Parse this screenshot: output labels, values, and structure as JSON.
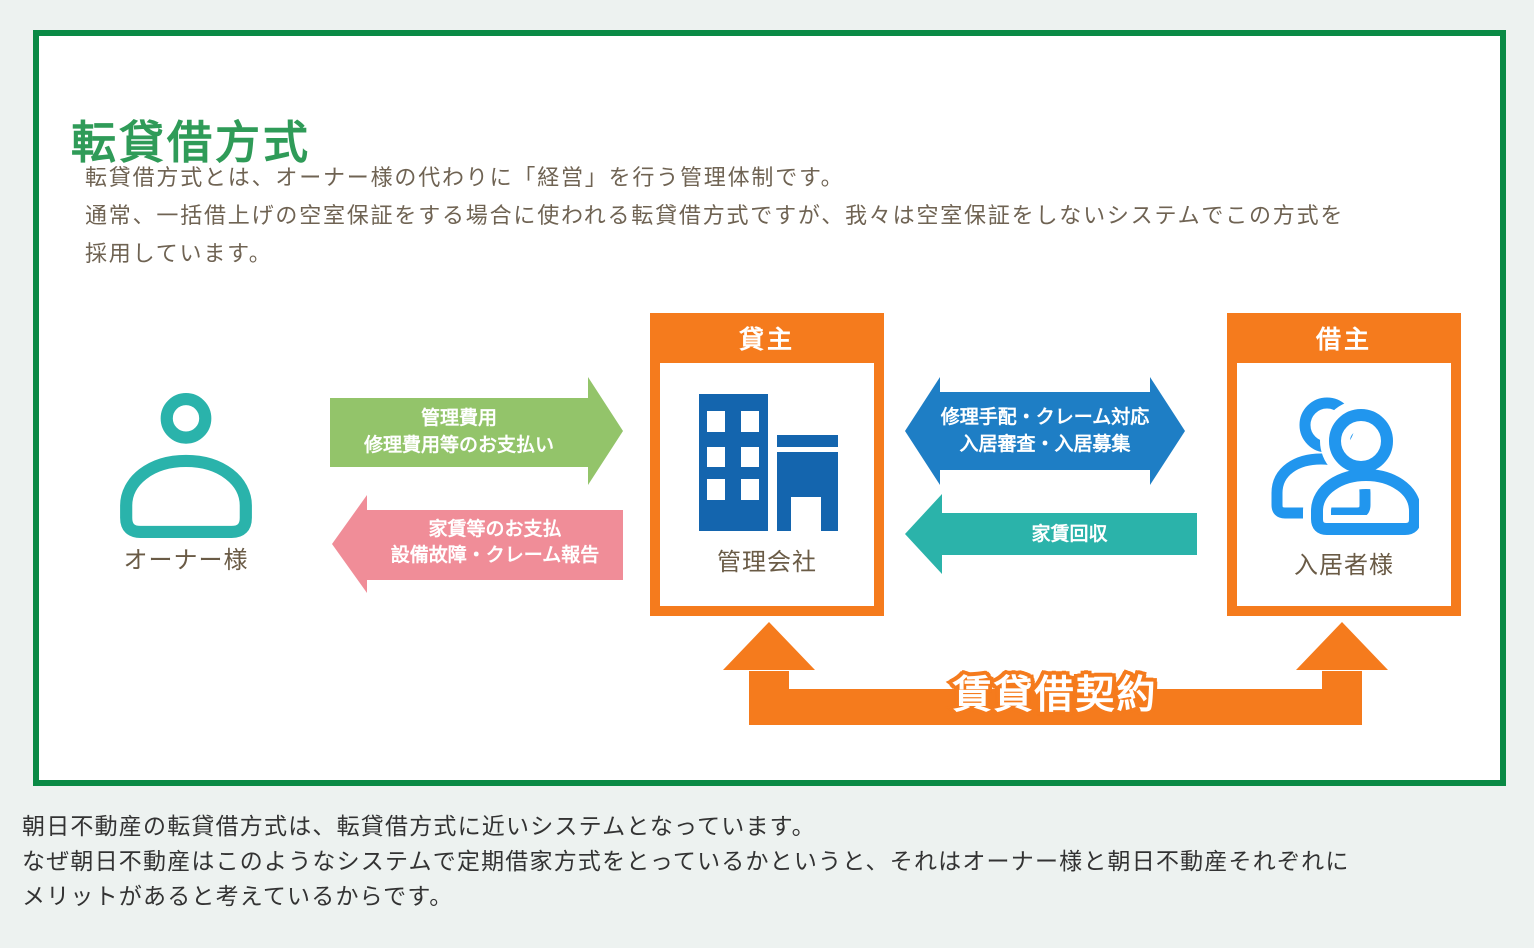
{
  "panel": {
    "title": "転貸借方式",
    "intro": {
      "line1": "転貸借方式とは、オーナー様の代わりに「経営」を行う管理体制です。",
      "line2": "通常、一括借上げの空室保証をする場合に使われる転貸借方式ですが、我々は空室保証をしないシステムでこの方式を",
      "line3": "採用しています。"
    }
  },
  "diagram": {
    "owner": {
      "label": "オーナー様",
      "icon": "person-outline-icon"
    },
    "landlord": {
      "role_header": "貸主",
      "label": "管理会社",
      "icon": "building-icon"
    },
    "tenant": {
      "role_header": "借主",
      "label": "入居者様",
      "icon": "people-icon"
    },
    "arrow_management_fees": {
      "line1": "管理費用",
      "line2": "修理費用等のお支払い",
      "direction": "owner-to-landlord",
      "color": "#93c46a"
    },
    "arrow_rent_payment": {
      "line1": "家賃等のお支払",
      "line2": "設備故障・クレーム報告",
      "direction": "landlord-to-owner",
      "color": "#f08d98"
    },
    "arrow_repairs": {
      "line1": "修理手配・クレーム対応",
      "line2": "入居審査・入居募集",
      "direction": "both",
      "color": "#1e7ec5"
    },
    "arrow_rent_collection": {
      "line1": "家賃回収",
      "direction": "tenant-to-landlord",
      "color": "#2bb3aa"
    },
    "lease_contract": {
      "label": "賃貸借契約",
      "color": "#f57b1d"
    }
  },
  "footer": {
    "line1": "朝日不動産の転貸借方式は、転貸借方式に近いシステムとなっています。",
    "line2": "なぜ朝日不動産はこのようなシステムで定期借家方式をとっているかというと、それはオーナー様と朝日不動産それぞれに",
    "line3": "メリットがあると考えているからです。"
  },
  "colors": {
    "frame_border": "#0a8a45",
    "title_green": "#2f9b58",
    "intro_text": "#6f6353",
    "label_brown": "#6a5b46",
    "orange": "#f57b1d",
    "owner_teal": "#2ab3ab",
    "building_blue": "#1465ae",
    "people_blue": "#2196ee",
    "footer_text": "#333333",
    "page_background": "#edf2f0"
  }
}
